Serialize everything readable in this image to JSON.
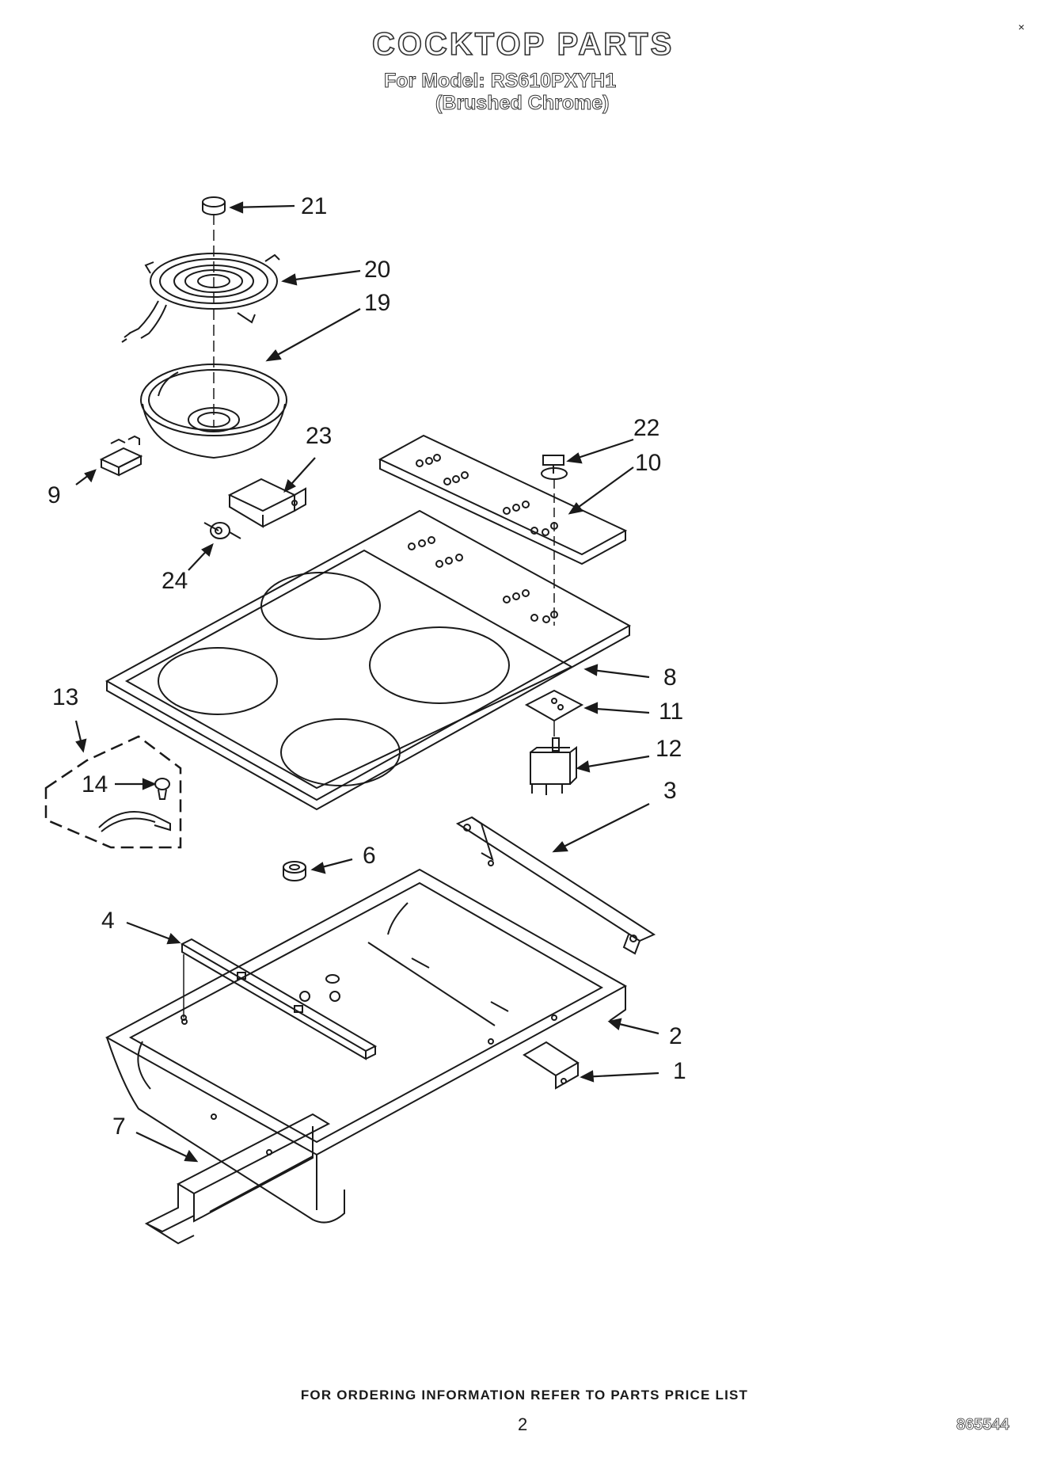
{
  "header": {
    "title": "COCKTOP PARTS",
    "model_line": "For Model: RS610PXYH1",
    "variant": "(Brushed Chrome)"
  },
  "callouts": [
    "1",
    "2",
    "3",
    "4",
    "6",
    "7",
    "8",
    "9",
    "10",
    "11",
    "12",
    "13",
    "14",
    "19",
    "20",
    "21",
    "22",
    "23",
    "24"
  ],
  "footer": {
    "ordering_note": "FOR ORDERING INFORMATION REFER TO PARTS PRICE LIST",
    "page_number": "2",
    "doc_number": "865544"
  },
  "marks": {
    "corner_mark": "×"
  }
}
